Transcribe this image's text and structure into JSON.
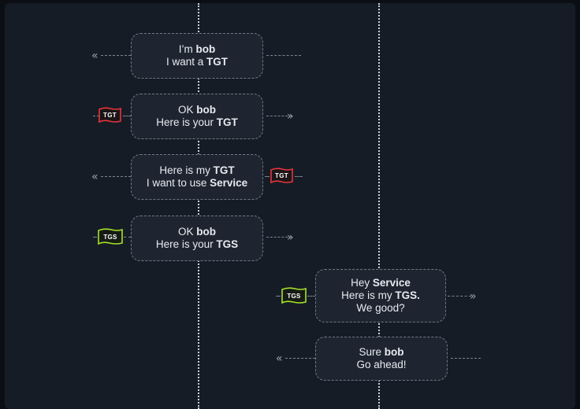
{
  "colors": {
    "background": "#161c26",
    "bubble": "#1e2530",
    "tgt": "#e5363d",
    "tgs": "#a5e22a"
  },
  "messages": [
    {
      "pre1": "I’m ",
      "bold1": "bob",
      "post1": "",
      "pre2": "I want a ",
      "bold2": "TGT",
      "post2": ""
    },
    {
      "pre1": "OK ",
      "bold1": "bob",
      "post1": "",
      "pre2": "Here is your ",
      "bold2": "TGT",
      "post2": ""
    },
    {
      "pre1": "Here is my ",
      "bold1": "TGT",
      "post1": "",
      "pre2": "I want to use ",
      "bold2": "Service",
      "post2": ""
    },
    {
      "pre1": "OK ",
      "bold1": "bob",
      "post1": "",
      "pre2": "Here is your ",
      "bold2": "TGS",
      "post2": ""
    },
    {
      "pre1": "Hey ",
      "bold1": "Service",
      "post1": "",
      "pre2": "Here is my ",
      "bold2": "TGS.",
      "post2": "",
      "line3": "We good?"
    },
    {
      "pre1": "Sure ",
      "bold1": "bob",
      "post1": "",
      "pre2": "",
      "bold2": "",
      "post2": "Go ahead!"
    }
  ],
  "tickets": {
    "tgt_label": "TGT",
    "tgs_label": "TGS"
  },
  "icons": {
    "left": "chevron-double-left-icon",
    "right": "chevron-double-right-icon"
  }
}
